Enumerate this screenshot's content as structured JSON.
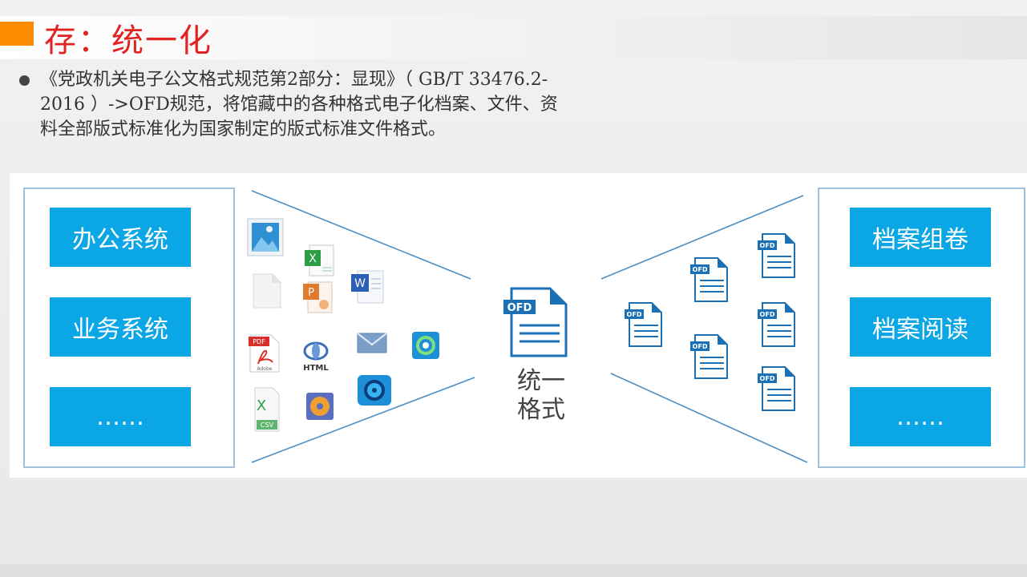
{
  "title": "存：统一化",
  "bullet": {
    "lines": [
      "《党政机关电子公文格式规范第2部分：显现》（ GB/T 33476.2-",
      "2016 ）->OFD规范，将馆藏中的各种格式电子化档案、文件、资",
      "料全部版式标准化为国家制定的版式标准文件格式。"
    ]
  },
  "diagram": {
    "left_boxes": [
      "办公系统",
      "业务系统",
      "……"
    ],
    "right_boxes": [
      "档案组卷",
      "档案阅读",
      "……"
    ],
    "center_label_lines": [
      "统一",
      "格式"
    ],
    "center_doc_tag": "OFD",
    "small_doc_tag": "OFD",
    "file_icons": [
      {
        "name": "image-file-icon"
      },
      {
        "name": "excel-file-icon",
        "letter": "X"
      },
      {
        "name": "blank-file-icon"
      },
      {
        "name": "powerpoint-file-icon",
        "letter": "P"
      },
      {
        "name": "word-file-icon",
        "letter": "W"
      },
      {
        "name": "pdf-file-icon",
        "tag": "PDF",
        "sub": "Adobe"
      },
      {
        "name": "html-file-icon",
        "tag": "HTML"
      },
      {
        "name": "mail-file-icon"
      },
      {
        "name": "media-app-icon"
      },
      {
        "name": "csv-file-icon",
        "letter": "X",
        "tag": "CSV"
      },
      {
        "name": "disc-file-icon"
      },
      {
        "name": "video-file-icon"
      }
    ]
  },
  "colors": {
    "accent": "#ff8c00",
    "title": "#e32222",
    "box": "#0aa6e6",
    "doc_blue": "#1a6fb5"
  }
}
